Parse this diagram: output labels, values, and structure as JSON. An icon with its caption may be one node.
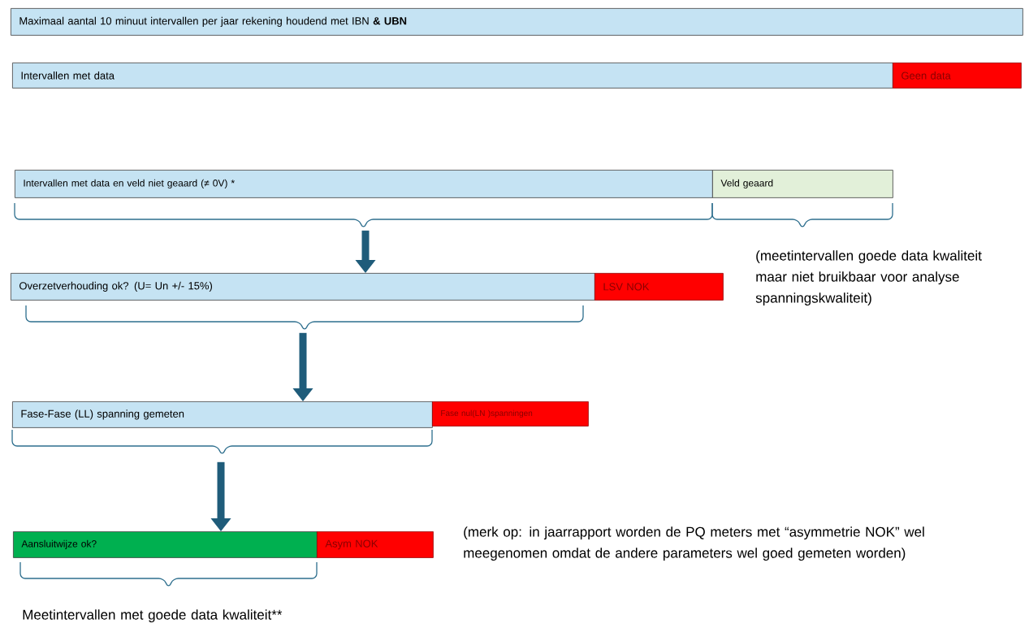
{
  "diagram": {
    "nodes": [
      {
        "text": [
          "Maximaal aantal 10 minuut intervallen per jaar rekening houdend met IBN **& UBN**"
        ]
      },
      {
        "text": [
          "Intervallen met data"
        ]
      },
      {
        "text": [
          "Geen data"
        ]
      },
      {
        "text": [
          "Intervallen met data en veld niet geaard (≠ 0V) *"
        ]
      },
      {
        "text": [
          "Veld geaard"
        ]
      },
      {
        "text": [
          "Overzetverhouding ok? (U= Un +/- 15%)"
        ]
      },
      {
        "text": [
          "LSV NOK"
        ]
      },
      {
        "text": [
          "Fase-Fase (LL) spanning gemeten"
        ]
      },
      {
        "text": [
          "Fase nul(LN )spanningen"
        ]
      },
      {
        "text": [
          "Aansluitwijze ok?"
        ]
      },
      {
        "text": [
          "Asym NOK"
        ]
      }
    ],
    "edges": [
      {
        "from": 3,
        "to": 5,
        "arrow": "to"
      },
      {
        "from": 5,
        "to": 7,
        "arrow": "to"
      },
      {
        "from": 7,
        "to": 9,
        "arrow": "to"
      }
    ],
    "labels": [
      "(meetintervallen goede data kwaliteit maar niet bruikbaar voor analyse spanningskwaliteit)",
      "(merk op: in jaarrapport worden de PQ meters met “asymmetrie NOK” wel meegenomen omdat de andere parameters wel goed gemeten worden)",
      "Meetintervallen met goede data kwaliteit**"
    ]
  }
}
